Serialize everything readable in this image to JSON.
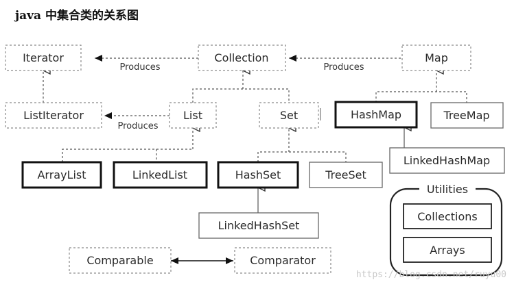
{
  "title": "java 中集合类的关系图",
  "relation_label": "Produces",
  "nodes": {
    "iterator": "Iterator",
    "collection": "Collection",
    "map": "Map",
    "list_iterator": "ListIterator",
    "list": "List",
    "set": "Set",
    "hash_map": "HashMap",
    "tree_map": "TreeMap",
    "array_list": "ArrayList",
    "linked_list": "LinkedList",
    "hash_set": "HashSet",
    "tree_set": "TreeSet",
    "linked_hash_map": "LinkedHashMap",
    "linked_hash_set": "LinkedHashSet",
    "comparable": "Comparable",
    "comparator": "Comparator"
  },
  "utilities": {
    "title": "Utilities",
    "items": [
      "Collections",
      "Arrays"
    ]
  },
  "watermark": "https://blog.csdn.net/ruyu00"
}
